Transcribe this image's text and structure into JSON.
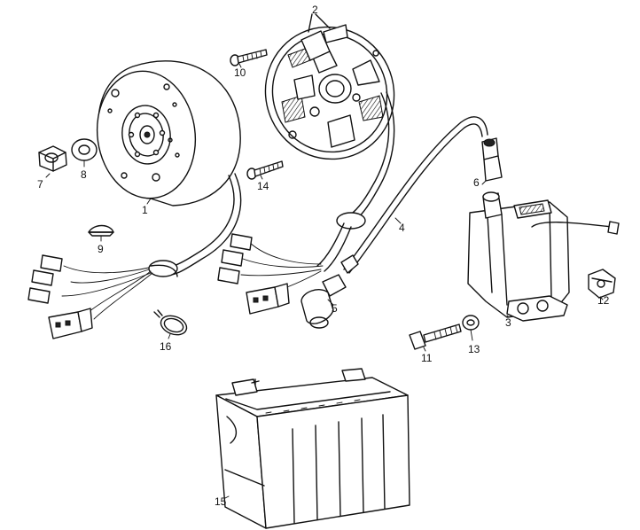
{
  "parts": [
    {
      "id": "p1",
      "number": "1"
    },
    {
      "id": "p2",
      "number": "2"
    },
    {
      "id": "p3",
      "number": "3"
    },
    {
      "id": "p4",
      "number": "4"
    },
    {
      "id": "p5",
      "number": "5"
    },
    {
      "id": "p6",
      "number": "6"
    },
    {
      "id": "p7",
      "number": "7"
    },
    {
      "id": "p8",
      "number": "8"
    },
    {
      "id": "p9",
      "number": "9"
    },
    {
      "id": "p10",
      "number": "10"
    },
    {
      "id": "p11",
      "number": "11"
    },
    {
      "id": "p12",
      "number": "12"
    },
    {
      "id": "p13",
      "number": "13"
    },
    {
      "id": "p14",
      "number": "14"
    },
    {
      "id": "p15",
      "number": "15"
    },
    {
      "id": "p16",
      "number": "16"
    }
  ],
  "colors": {
    "line": "#111111",
    "background": "#ffffff"
  }
}
